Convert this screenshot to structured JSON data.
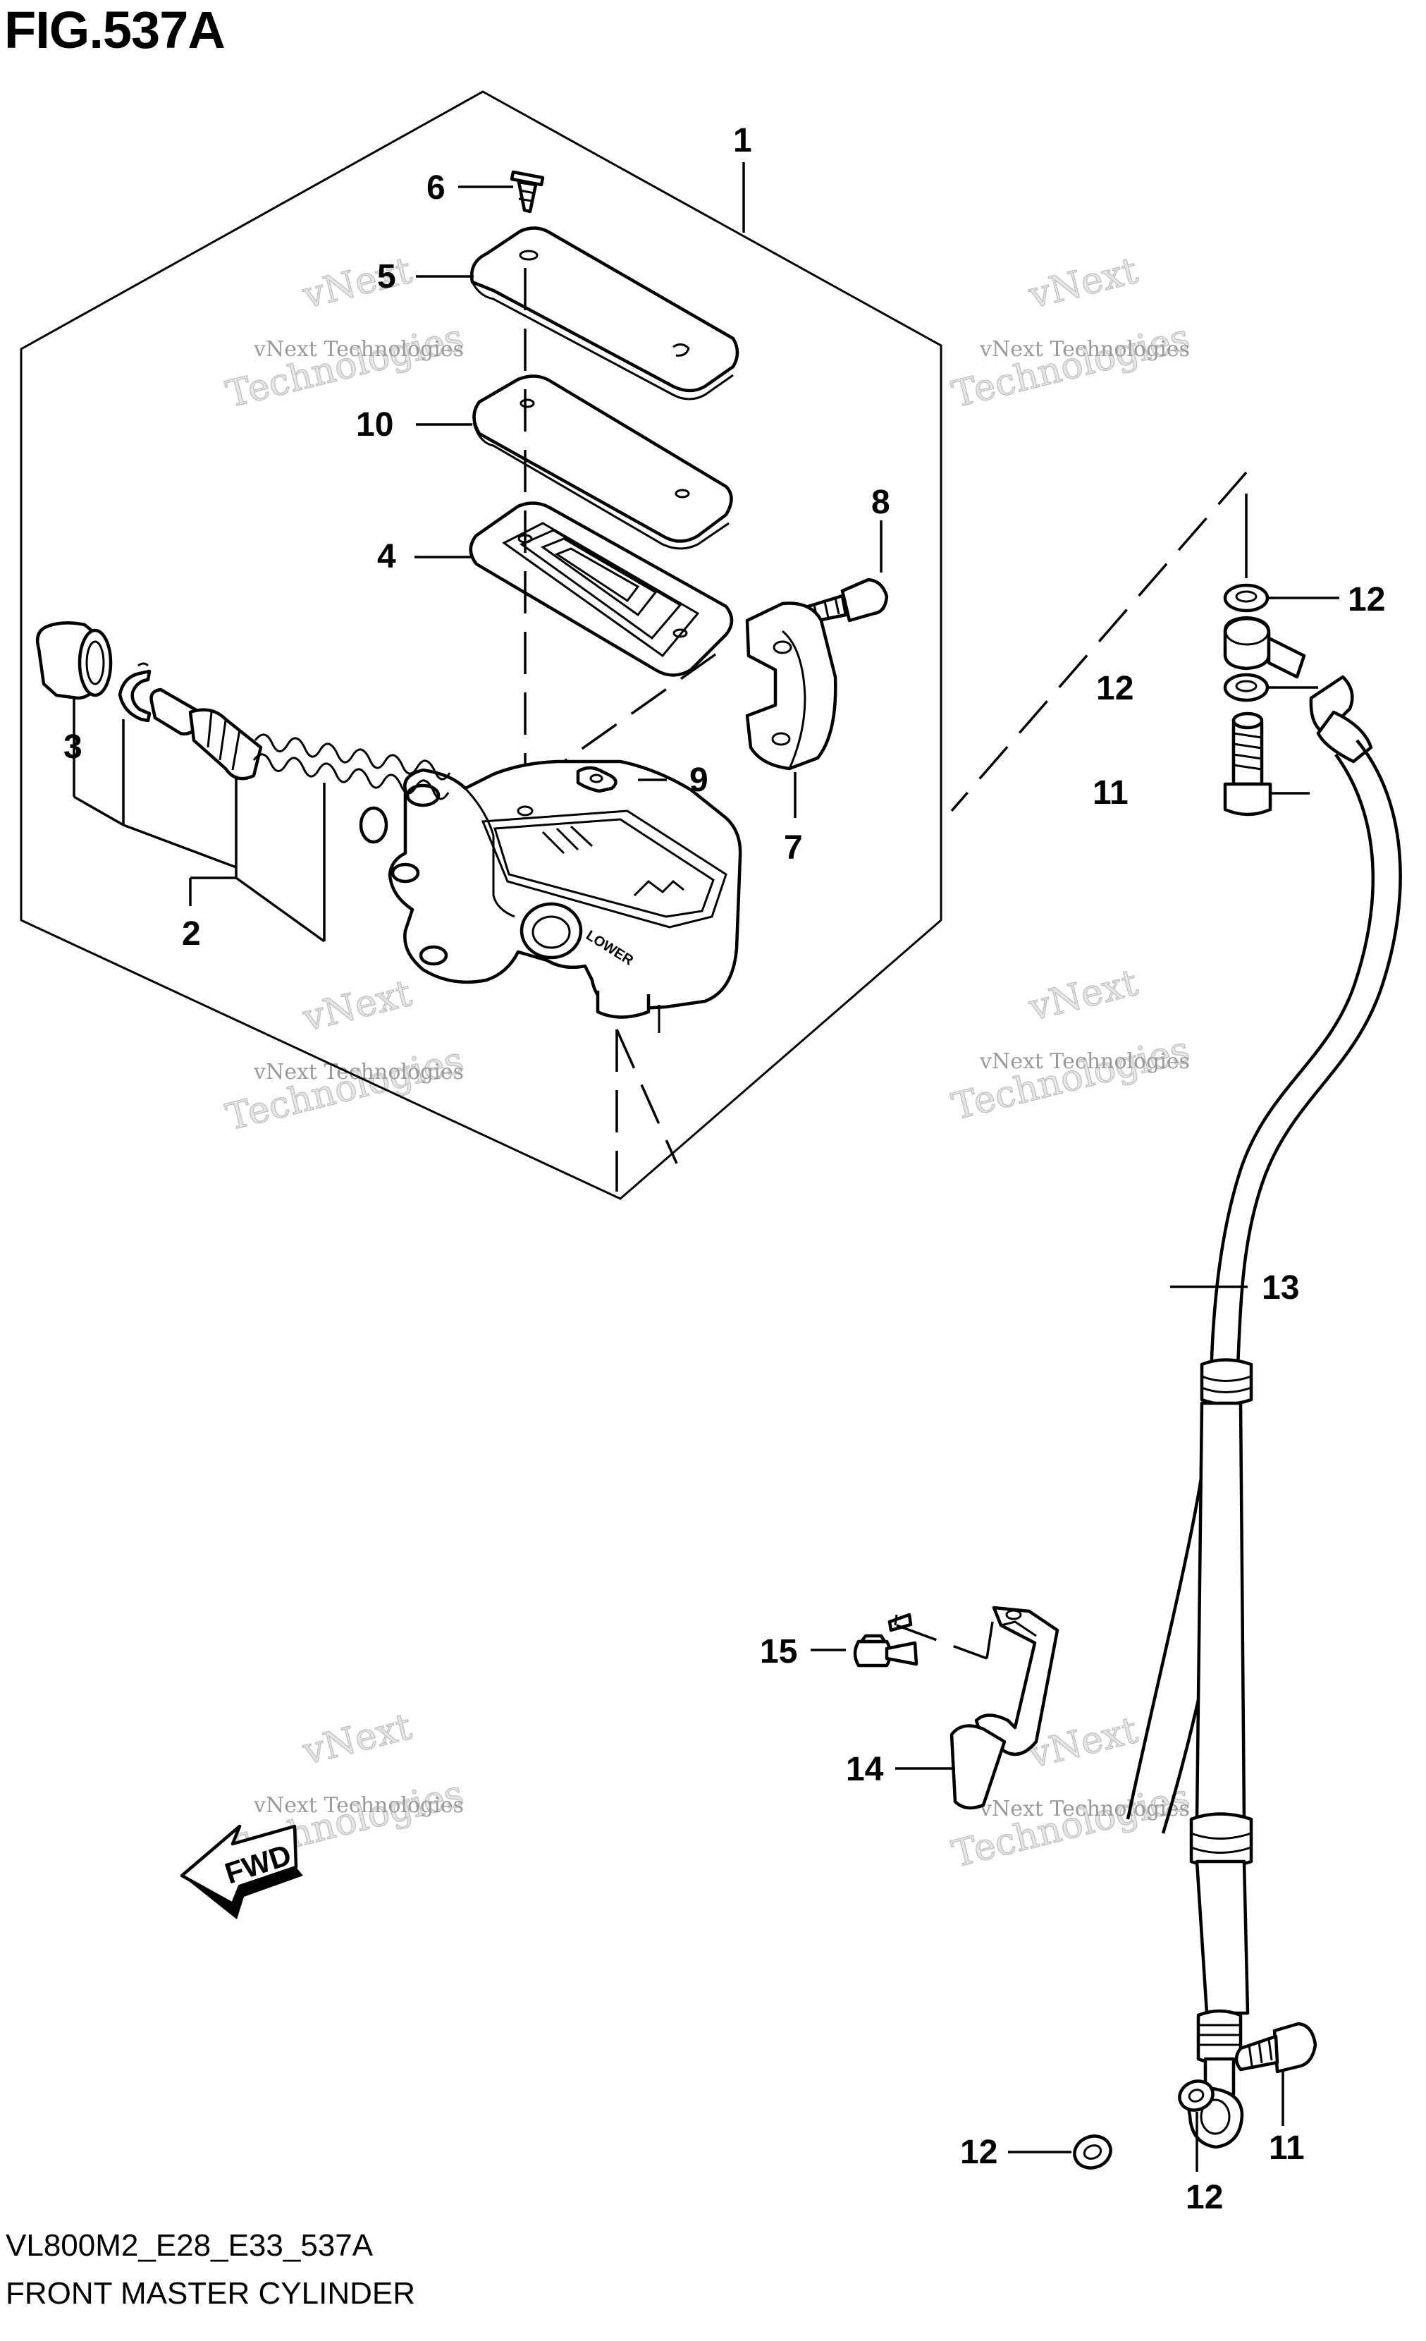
{
  "figure": {
    "title": "FIG.537A"
  },
  "footer": {
    "code": "VL800M2_E28_E33_537A",
    "name": "FRONT MASTER CYLINDER"
  },
  "watermark": {
    "line1": "vNext Technologies",
    "line2": "vNext",
    "line3": "Technologies"
  },
  "arrow": {
    "label": "FWD"
  },
  "callouts": {
    "c1": "1",
    "c2": "2",
    "c3": "3",
    "c4": "4",
    "c5": "5",
    "c6": "6",
    "c7": "7",
    "c8": "8",
    "c9": "9",
    "c10": "10",
    "c11a": "11",
    "c11b": "11",
    "c12a": "12",
    "c12b": "12",
    "c12c": "12",
    "c12d": "12",
    "c13": "13",
    "c14": "14",
    "c15": "15"
  },
  "marking": {
    "lower": "LOWER"
  }
}
